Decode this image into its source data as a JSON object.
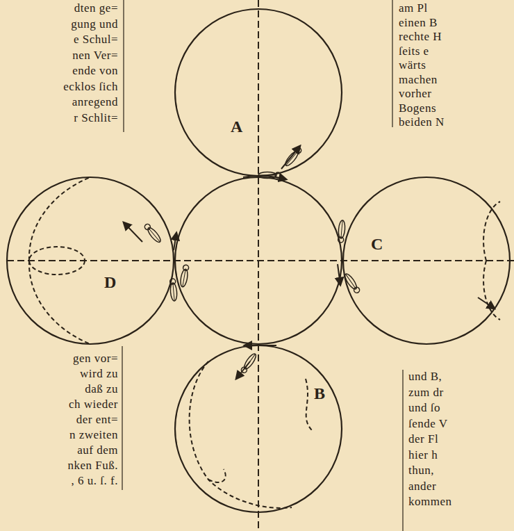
{
  "diagram": {
    "nodes": [
      {
        "text": [
          "A"
        ]
      },
      {
        "text": [
          "D"
        ]
      },
      {
        "text": [
          "C"
        ]
      },
      {
        "text": [
          "B"
        ]
      }
    ],
    "labels": [
      "dten ge=",
      "gung und",
      "e Schul=",
      "nen Ver=",
      "ende von",
      "ecklos ſich",
      "anregend",
      "r Schlit=",
      "am Pl",
      "einen B",
      "rechte H",
      "ſeits e",
      "wärts",
      "machen",
      "vorher",
      "Bogens",
      "beiden N",
      "gen vor=",
      "wird zu",
      "daß zu",
      "ch wieder",
      "der ent=",
      "n zweiten",
      "auf dem",
      "nken Fuß.",
      ", 6 u. ſ. f.",
      "und B,",
      "zum dr",
      "und ſo",
      "ſende V",
      "der Fl",
      "hier h",
      "thun,",
      "ander",
      "kommen"
    ]
  }
}
